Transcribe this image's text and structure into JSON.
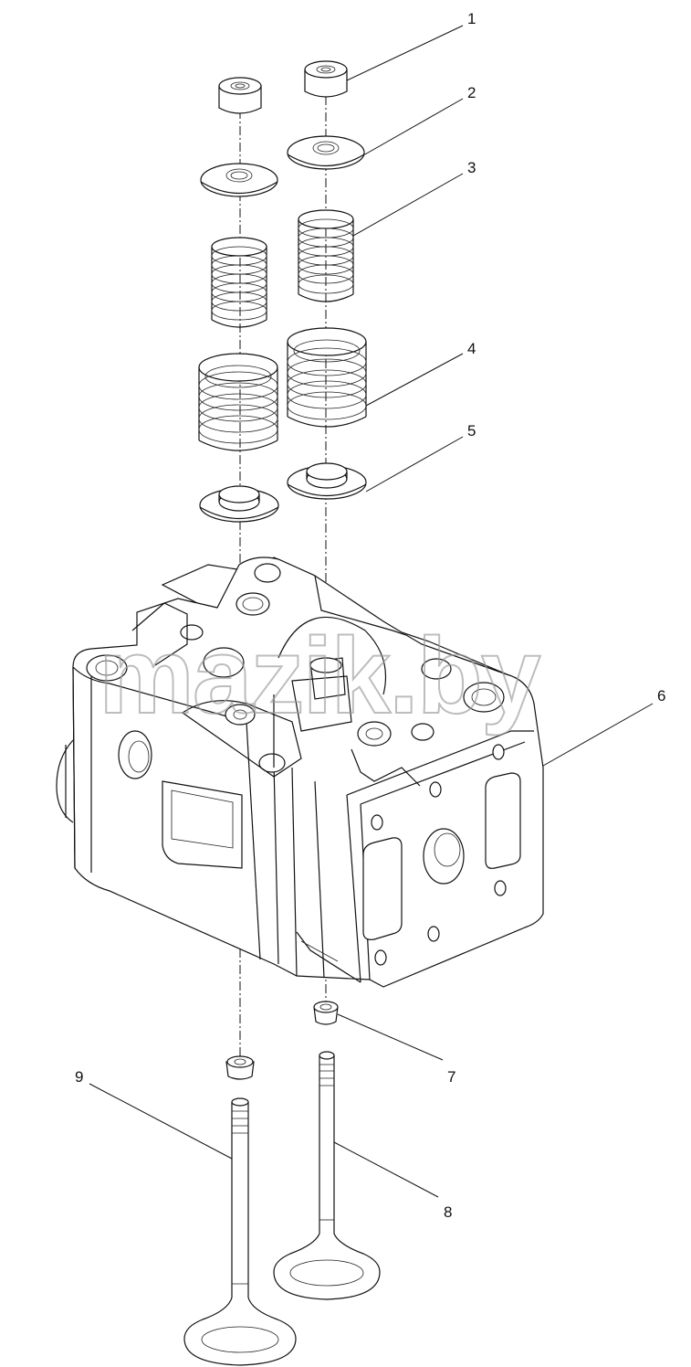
{
  "diagram": {
    "watermark": "mazik.by",
    "callouts": [
      {
        "id": "callout-1",
        "label": "1"
      },
      {
        "id": "callout-2",
        "label": "2"
      },
      {
        "id": "callout-3",
        "label": "3"
      },
      {
        "id": "callout-4",
        "label": "4"
      },
      {
        "id": "callout-5",
        "label": "5"
      },
      {
        "id": "callout-6",
        "label": "6"
      },
      {
        "id": "callout-7",
        "label": "7"
      },
      {
        "id": "callout-8",
        "label": "8"
      },
      {
        "id": "callout-9",
        "label": "9"
      }
    ]
  }
}
